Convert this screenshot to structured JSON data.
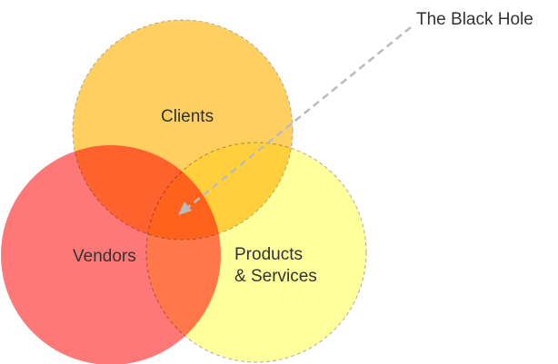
{
  "diagram": {
    "sets": [
      {
        "id": "clients",
        "label": "Clients",
        "color": "#FFD060"
      },
      {
        "id": "vendors",
        "label": "Vendors",
        "color": "#FF7878"
      },
      {
        "id": "products",
        "label_line1": "Products",
        "label_line2": "& Services",
        "color": "#FFFF9C"
      }
    ],
    "annotation": {
      "label": "The Black Hole",
      "color": "#BBBBBB"
    }
  }
}
